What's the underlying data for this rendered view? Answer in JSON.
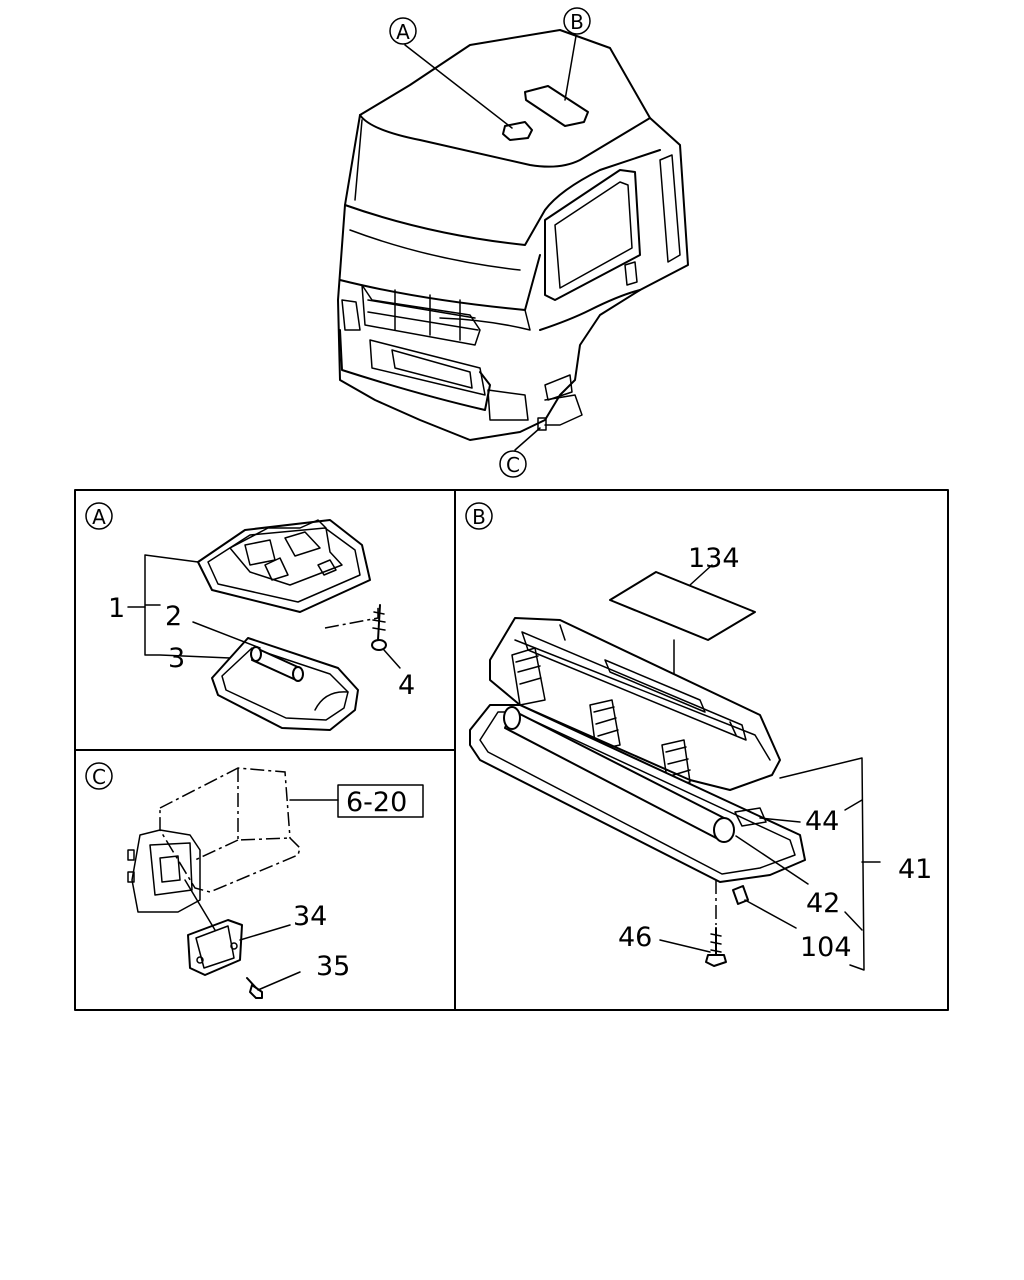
{
  "callouts": {
    "a": "A",
    "b": "B",
    "c": "C"
  },
  "panel_a": {
    "labels": {
      "p1": "1",
      "p2": "2",
      "p3": "3",
      "p4": "4"
    }
  },
  "panel_b": {
    "labels": {
      "p134": "134",
      "p44": "44",
      "p41": "41",
      "p42": "42",
      "p104": "104",
      "p46": "46"
    }
  },
  "panel_c": {
    "labels": {
      "ref": "6-20",
      "p34": "34",
      "p35": "35"
    }
  }
}
